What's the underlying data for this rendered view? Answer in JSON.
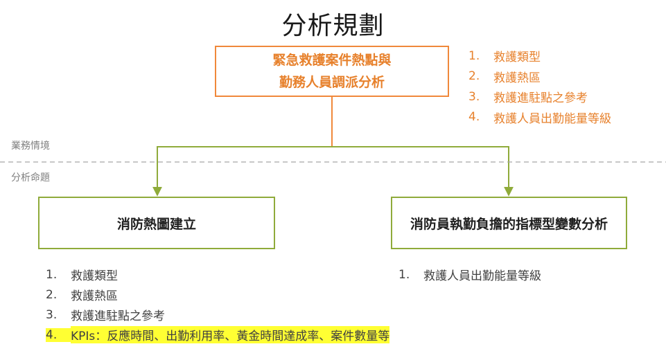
{
  "title": "分析規劃",
  "top_box": {
    "line1": "緊急救護案件熱點與",
    "line2": "勤務人員調派分析"
  },
  "top_list": [
    {
      "num": "1.",
      "text": "救護類型"
    },
    {
      "num": "2.",
      "text": "救護熱區"
    },
    {
      "num": "3.",
      "text": "救護進駐點之參考"
    },
    {
      "num": "4.",
      "text": "救護人員出勤能量等級"
    }
  ],
  "section_labels": {
    "upper": "業務情境",
    "lower": "分析命題"
  },
  "left_box": {
    "label": "消防熱圖建立"
  },
  "right_box": {
    "label": "消防員執勤負擔的指標型變數分析"
  },
  "left_list": [
    {
      "num": "1.",
      "text": "救護類型"
    },
    {
      "num": "2.",
      "text": "救護熱區"
    },
    {
      "num": "3.",
      "text": "救護進駐點之參考"
    },
    {
      "num": "4.",
      "text": "KPIs：反應時間、出勤利用率、黃金時間達成率、案件數量等",
      "highlight": true
    }
  ],
  "right_list": [
    {
      "num": "1.",
      "text": "救護人員出勤能量等級"
    }
  ],
  "colors": {
    "orange": "#E7812C",
    "orange_border": "#F0883A",
    "green": "#8FAB3A",
    "highlight": "#FFFF33",
    "divider": "#A6A6A6"
  }
}
